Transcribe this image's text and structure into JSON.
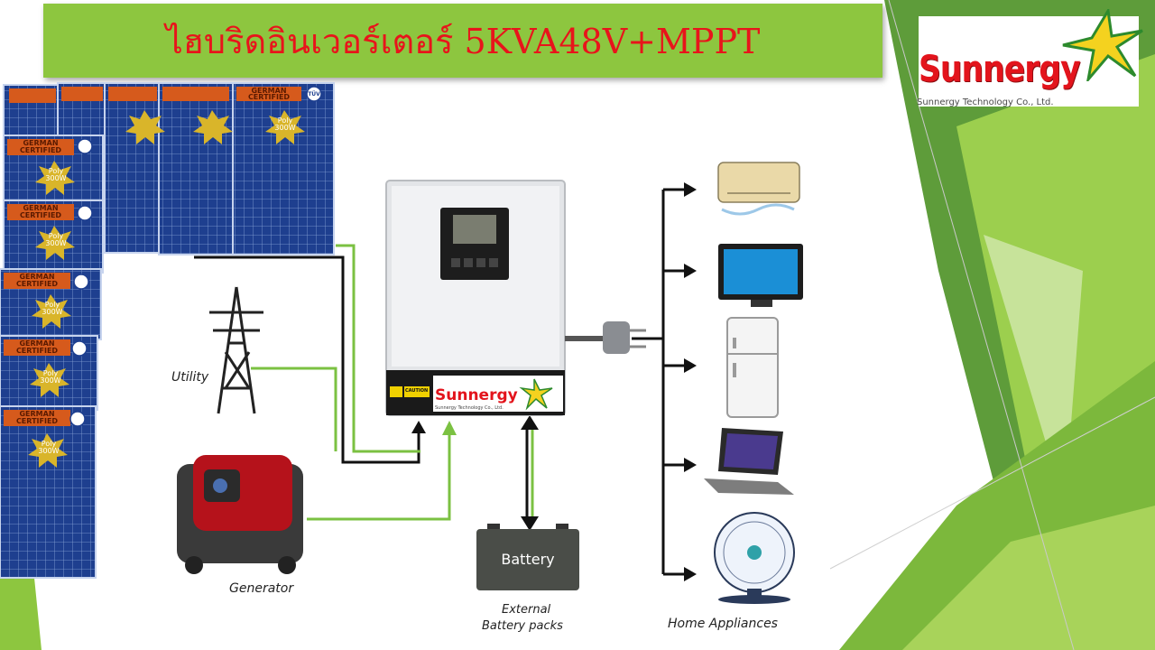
{
  "slide": {
    "title": "ไฮบริดอินเวอร์เตอร์ 5KVA48V+MPPT"
  },
  "logo": {
    "brand": "Sunnergy",
    "company": "Sunnergy Technology Co., Ltd."
  },
  "diagram": {
    "utility_label": "Utility",
    "generator_label": "Generator",
    "battery_label": "Battery",
    "battery_caption_line1": "External",
    "battery_caption_line2": "Battery packs",
    "appliances_label": "Home Appliances",
    "inverter_brand": "Sunnergy",
    "inverter_company": "Sunnergy Technology Co., Ltd.",
    "caution_label": "CAUTION",
    "panel_badge_line1": "GERMAN",
    "panel_badge_line2": "CERTIFIED",
    "panel_type_line1": "Poly",
    "panel_type_line2": "300W",
    "tuv_label": "TÜV"
  },
  "colors": {
    "title_bar": "#8dc63f",
    "title_text": "#e8141b",
    "green_wire": "#7bc142",
    "dark_wire": "#111111",
    "panel_blue": "#1e3f8f",
    "brand_red": "#e3141c"
  }
}
